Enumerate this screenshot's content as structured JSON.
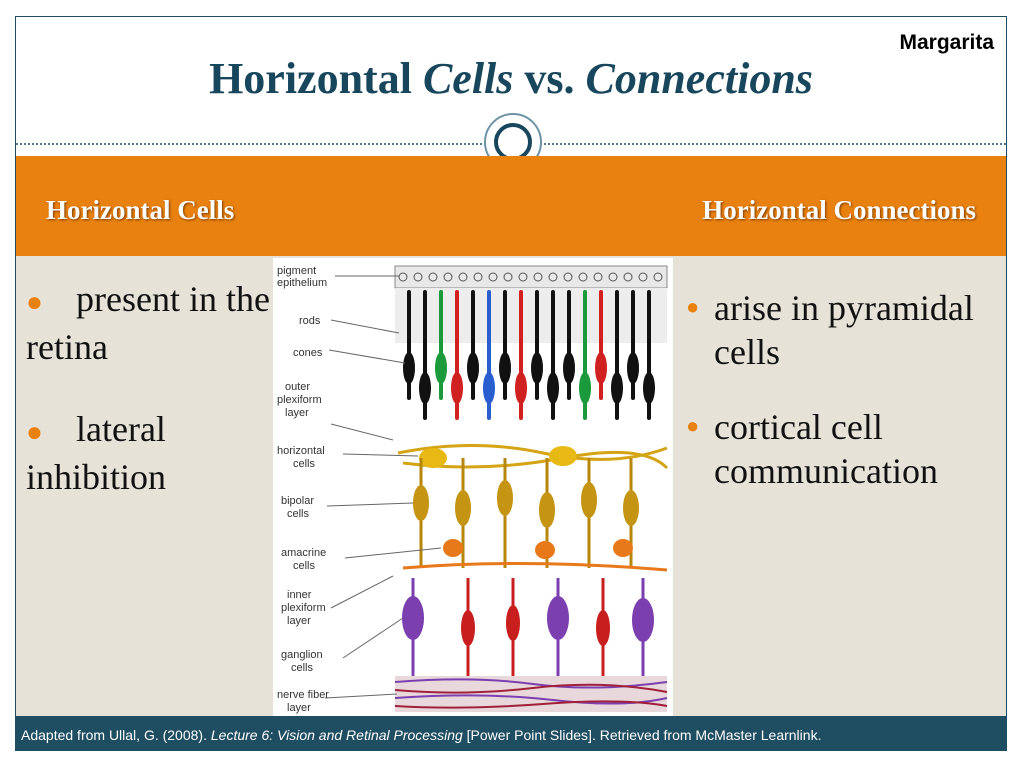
{
  "author": "Margarita",
  "title": {
    "part1": "Horizontal ",
    "part2": "Cells",
    "part3": " vs. ",
    "part4": "Connections"
  },
  "columns": {
    "left_heading": "Horizontal Cells",
    "right_heading": "Horizontal Connections"
  },
  "left_bullets": [
    "present in the retina",
    "lateral inhibition"
  ],
  "right_bullets": [
    "arise in pyramidal cells",
    "cortical cell communication"
  ],
  "figure": {
    "labels": [
      "pigment epithelium",
      "rods",
      "cones",
      "outer plexiform layer",
      "horizontal cells",
      "bipolar cells",
      "amacrine cells",
      "inner plexiform layer",
      "ganglion cells",
      "nerve fiber layer"
    ]
  },
  "footer": {
    "prefix": "Adapted from Ullal, G. (2008). ",
    "lecture": "Lecture 6: Vision and Retinal Processing",
    "suffix": " [Power Point Slides]. Retrieved from McMaster Learnlink."
  },
  "colors": {
    "accent": "#e8810f",
    "title": "#17465d",
    "footer_bg": "#1f4e63",
    "content_bg": "#e6e2d8"
  }
}
